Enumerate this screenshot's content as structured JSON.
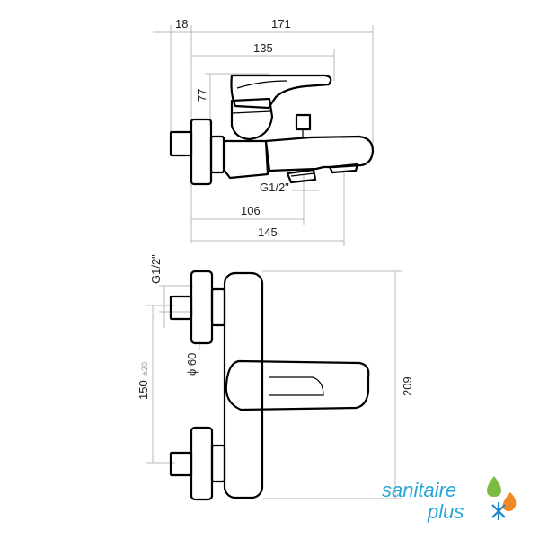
{
  "dimensions": {
    "side_view": {
      "d18": "18",
      "d171": "171",
      "d135": "135",
      "d77": "77",
      "thread": "G1/2\"",
      "d106": "106",
      "d145": "145"
    },
    "front_view": {
      "thread": "G1/2\"",
      "d150": "150",
      "tolerance": "±20",
      "diameter": "ϕ 60",
      "d209": "209"
    }
  },
  "logo": {
    "line1": "sanitaire",
    "line2": "plus",
    "colors": {
      "text": "#2aa6d6",
      "green": "#7dbb42",
      "orange": "#f08a24",
      "blue": "#1f86c8"
    }
  }
}
